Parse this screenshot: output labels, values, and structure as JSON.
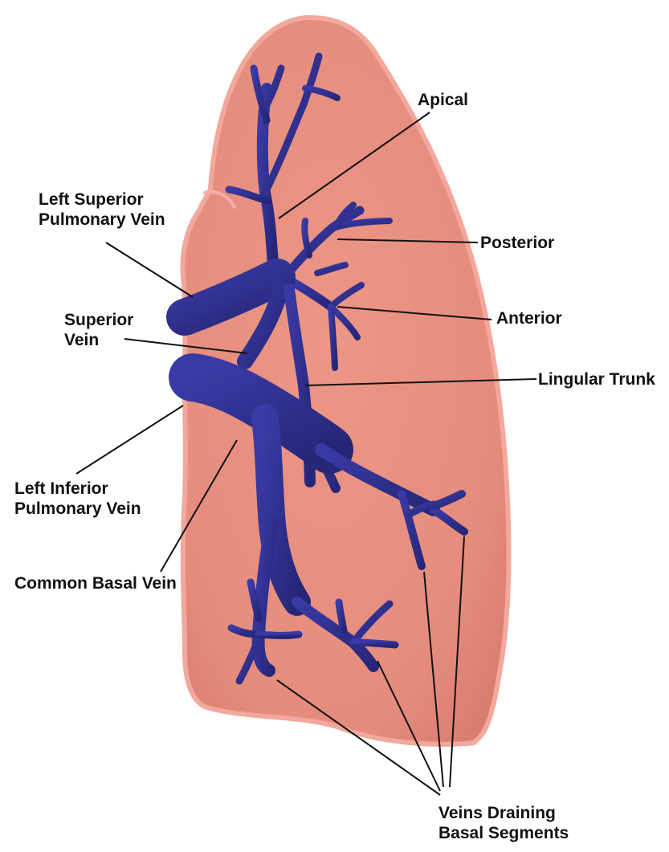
{
  "diagram": {
    "colors": {
      "lung_fill": "#e58c7d",
      "lung_highlight": "#f3a79a",
      "lung_edge": "#c56f62",
      "vein_fill": "#2f2f8c",
      "vein_highlight": "#4a4ab8",
      "leader_line": "#111111",
      "label_text": "#111111"
    },
    "labels": {
      "apical": "Apical",
      "left_superior_pulmonary_vein": {
        "line1": "Left Superior",
        "line2": "Pulmonary Vein"
      },
      "posterior": "Posterior",
      "superior_vein": {
        "line1": "Superior",
        "line2": "Vein"
      },
      "anterior": "Anterior",
      "lingular_trunk": "Lingular Trunk",
      "left_inferior_pulmonary_vein": {
        "line1": "Left Inferior",
        "line2": "Pulmonary Vein"
      },
      "common_basal_vein": "Common Basal Vein",
      "veins_draining_basal_segments": {
        "line1": "Veins Draining",
        "line2": "Basal Segments"
      }
    }
  }
}
